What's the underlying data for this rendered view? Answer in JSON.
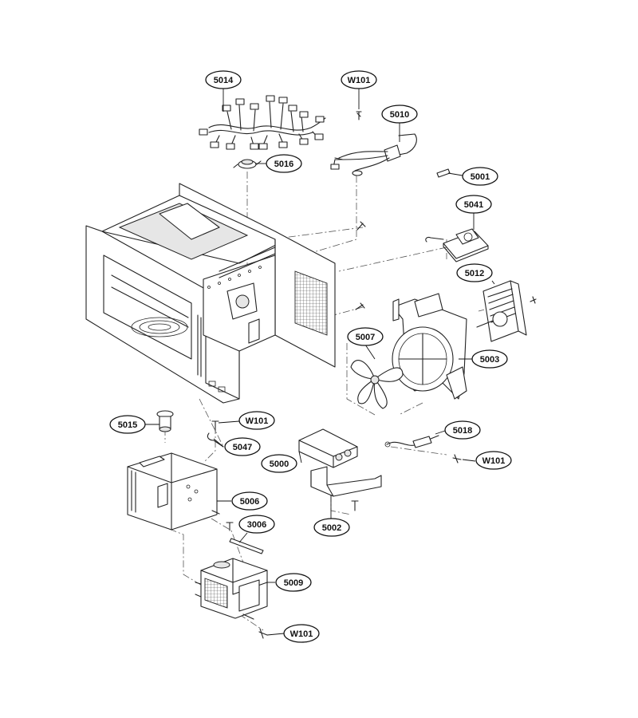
{
  "callouts": [
    {
      "id": "c5014",
      "label": "5014"
    },
    {
      "id": "cW101a",
      "label": "W101"
    },
    {
      "id": "c5010",
      "label": "5010"
    },
    {
      "id": "c5016",
      "label": "5016"
    },
    {
      "id": "c5001",
      "label": "5001"
    },
    {
      "id": "c5041",
      "label": "5041"
    },
    {
      "id": "c5012",
      "label": "5012"
    },
    {
      "id": "c5007",
      "label": "5007"
    },
    {
      "id": "c5003",
      "label": "5003"
    },
    {
      "id": "c5015",
      "label": "5015"
    },
    {
      "id": "cW101b",
      "label": "W101"
    },
    {
      "id": "c5047",
      "label": "5047"
    },
    {
      "id": "c5018",
      "label": "5018"
    },
    {
      "id": "c5000",
      "label": "5000"
    },
    {
      "id": "cW101c",
      "label": "W101"
    },
    {
      "id": "c5006",
      "label": "5006"
    },
    {
      "id": "c5002",
      "label": "5002"
    },
    {
      "id": "c3006",
      "label": "3006"
    },
    {
      "id": "c5009",
      "label": "5009"
    },
    {
      "id": "cW101d",
      "label": "W101"
    }
  ]
}
